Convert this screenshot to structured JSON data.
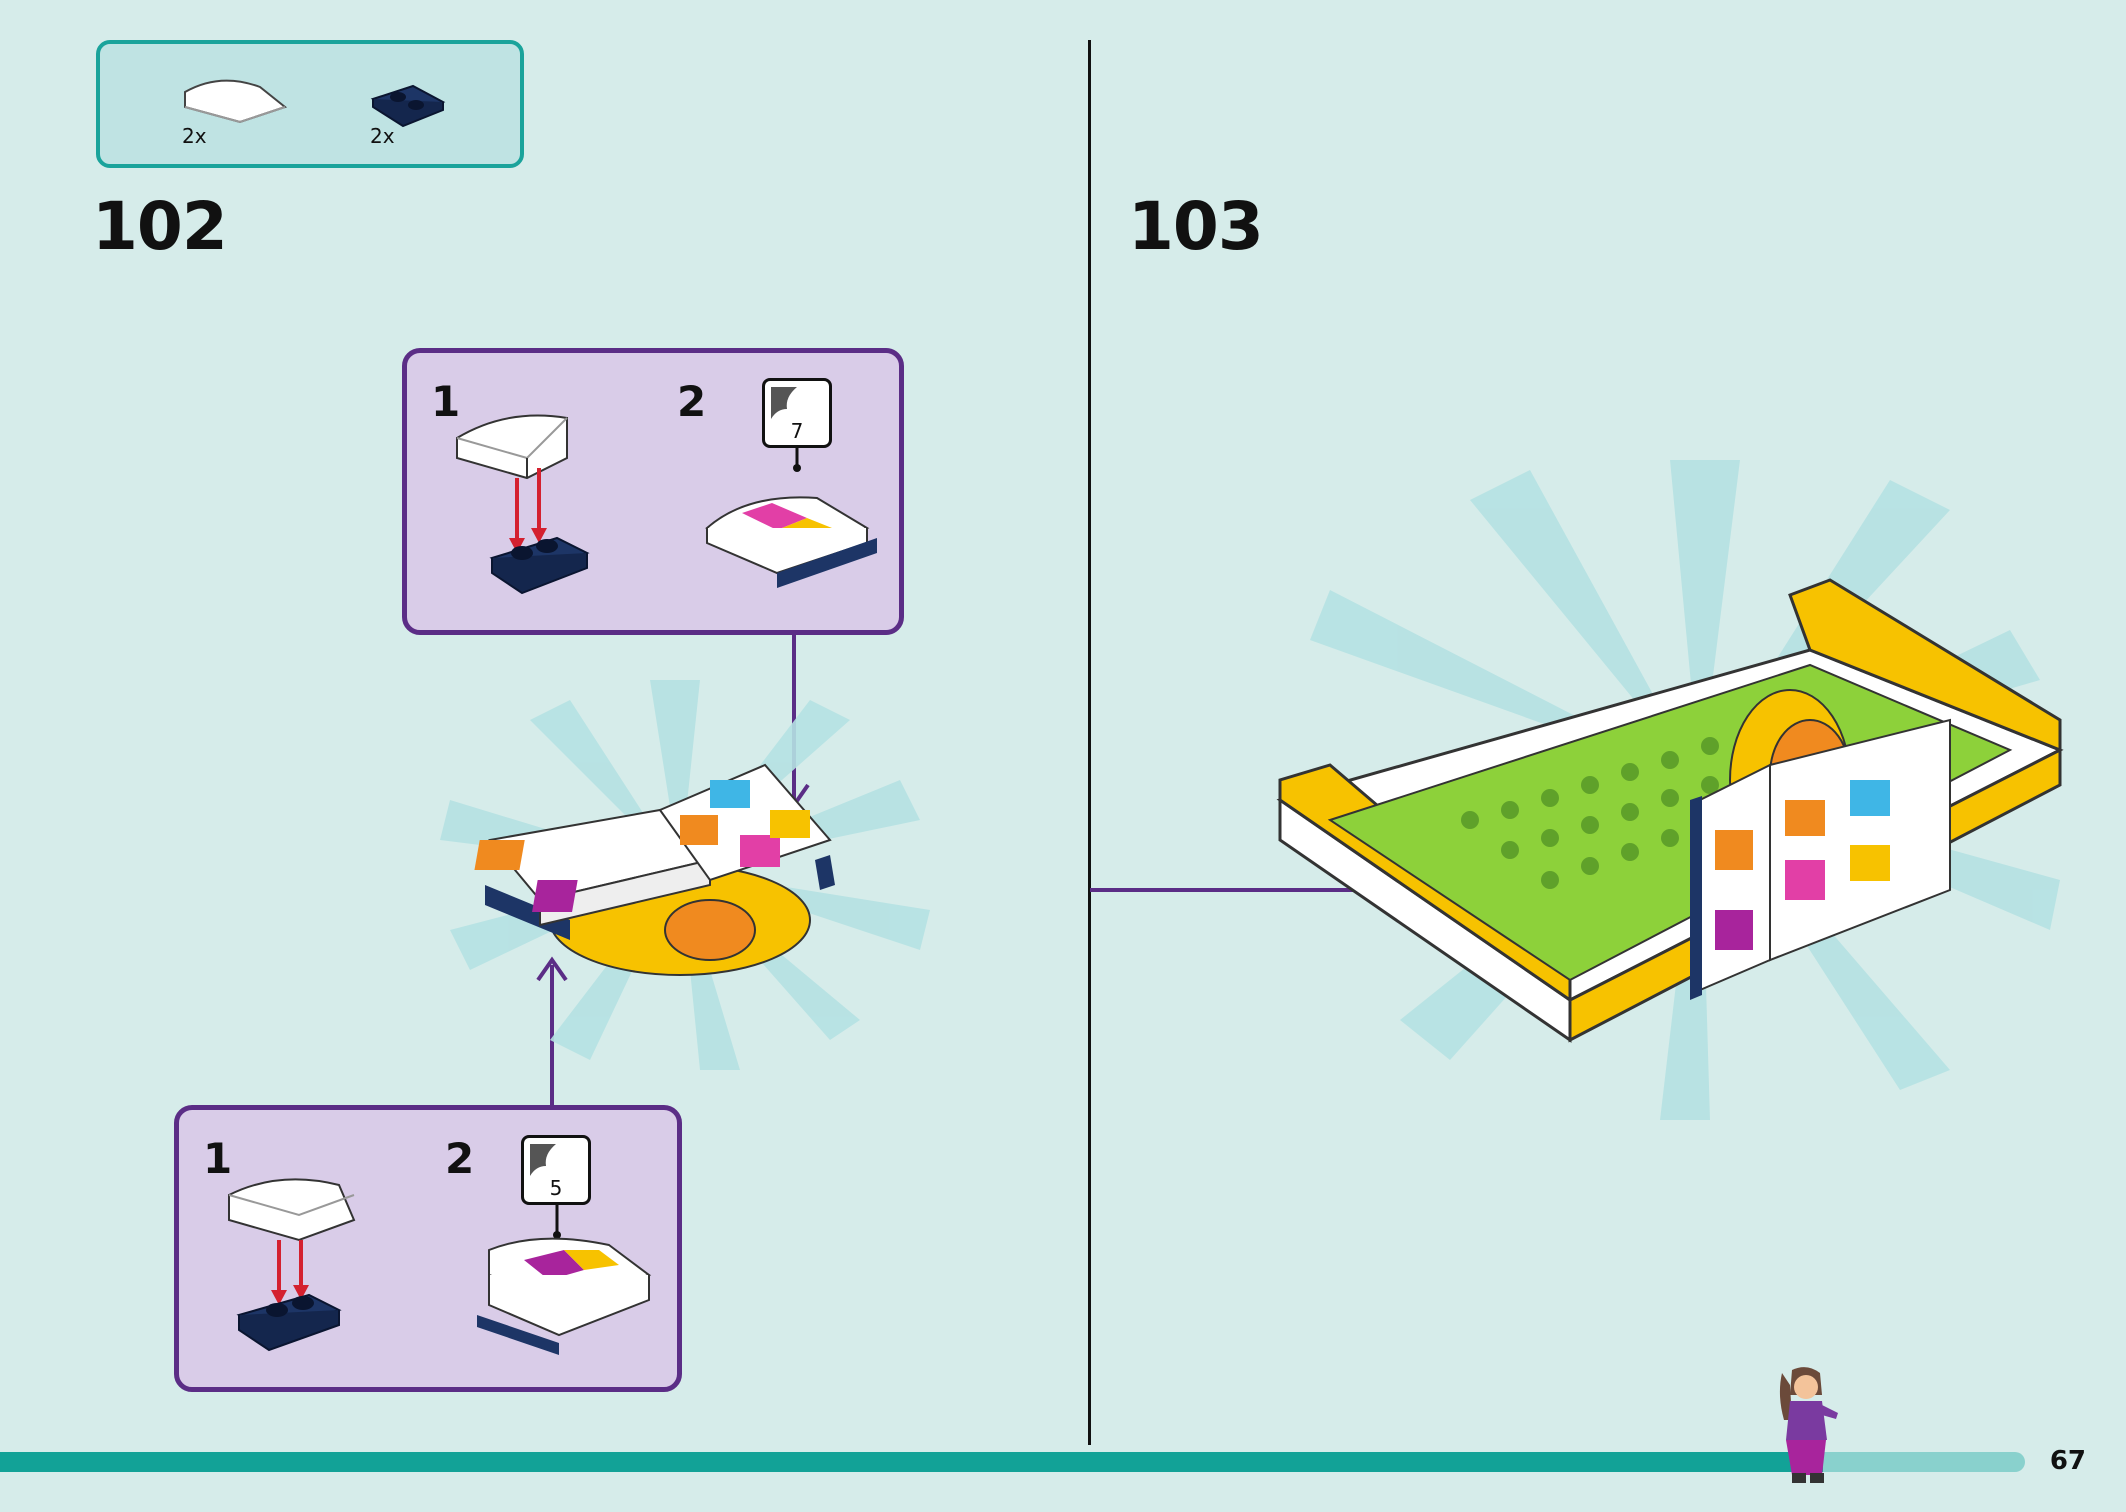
{
  "parts": [
    {
      "name": "white-curved-slope-icon",
      "qty": "2x"
    },
    {
      "name": "navy-plate-icon",
      "qty": "2x"
    }
  ],
  "steps": {
    "left": {
      "number": "102"
    },
    "right": {
      "number": "103"
    }
  },
  "subassembly_top": {
    "step1": "1",
    "step2": "2",
    "sticker": "7"
  },
  "subassembly_bottom": {
    "step1": "1",
    "step2": "2",
    "sticker": "5"
  },
  "colors": {
    "background": "#d6ecea",
    "accent_teal": "#1aa39b",
    "callout_border": "#5b2d86",
    "callout_fill": "#d9cce8",
    "arrow_red": "#d4202f",
    "arrow_purple": "#5b2d86"
  },
  "progress": {
    "fraction": 0.9
  },
  "page": {
    "number": "67"
  }
}
